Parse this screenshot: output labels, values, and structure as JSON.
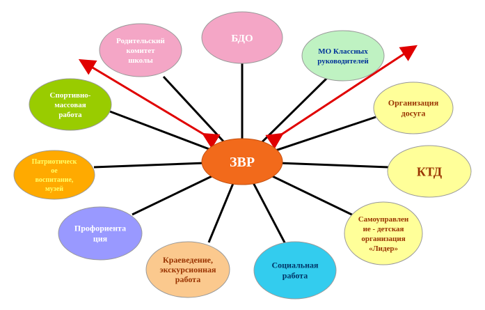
{
  "center": {
    "label": "ЗВР",
    "fill": "#f26a1b",
    "text_color": "#ffffff"
  },
  "nodes": [
    {
      "id": "bdo",
      "lines": [
        "БДО"
      ],
      "fill": "#f4a6c6",
      "text_color": "#ffffff"
    },
    {
      "id": "mo-class-leaders",
      "lines": [
        "МО Классных",
        "руководителей"
      ],
      "fill": "#bff2c2",
      "text_color": "#003399"
    },
    {
      "id": "leisure",
      "lines": [
        "Организация",
        "досуга"
      ],
      "fill": "#ffff99",
      "text_color": "#993300"
    },
    {
      "id": "ktd",
      "lines": [
        "КТД"
      ],
      "fill": "#ffff99",
      "text_color": "#993300"
    },
    {
      "id": "self-government",
      "lines": [
        "Самоуправлен",
        "ие - детская",
        "организация",
        "«Лидер»"
      ],
      "fill": "#ffff99",
      "text_color": "#993300"
    },
    {
      "id": "social-work",
      "lines": [
        "Социальная",
        "работа"
      ],
      "fill": "#33ccee",
      "text_color": "#003366"
    },
    {
      "id": "local-history",
      "lines": [
        "Краеведение,",
        "экскурсионная",
        "работа"
      ],
      "fill": "#fbc98e",
      "text_color": "#993300"
    },
    {
      "id": "career-guidance",
      "lines": [
        "Профориента",
        "ция"
      ],
      "fill": "#9999ff",
      "text_color": "#ffffff"
    },
    {
      "id": "patriotic",
      "lines": [
        "Патриотическ",
        "ое",
        "воспитание,",
        "музей"
      ],
      "fill": "#ffaa00",
      "text_color": "#ffff66"
    },
    {
      "id": "sports",
      "lines": [
        "Спортивно-",
        "массовая",
        "работа"
      ],
      "fill": "#99cc00",
      "text_color": "#ffffff"
    },
    {
      "id": "parents-committee",
      "lines": [
        "Родительский",
        "комитет",
        "школы"
      ],
      "fill": "#f4a6c6",
      "text_color": "#ffffff"
    }
  ],
  "colors": {
    "connector": "#000000",
    "arrow": "#e00000",
    "node_border": "#999999"
  }
}
